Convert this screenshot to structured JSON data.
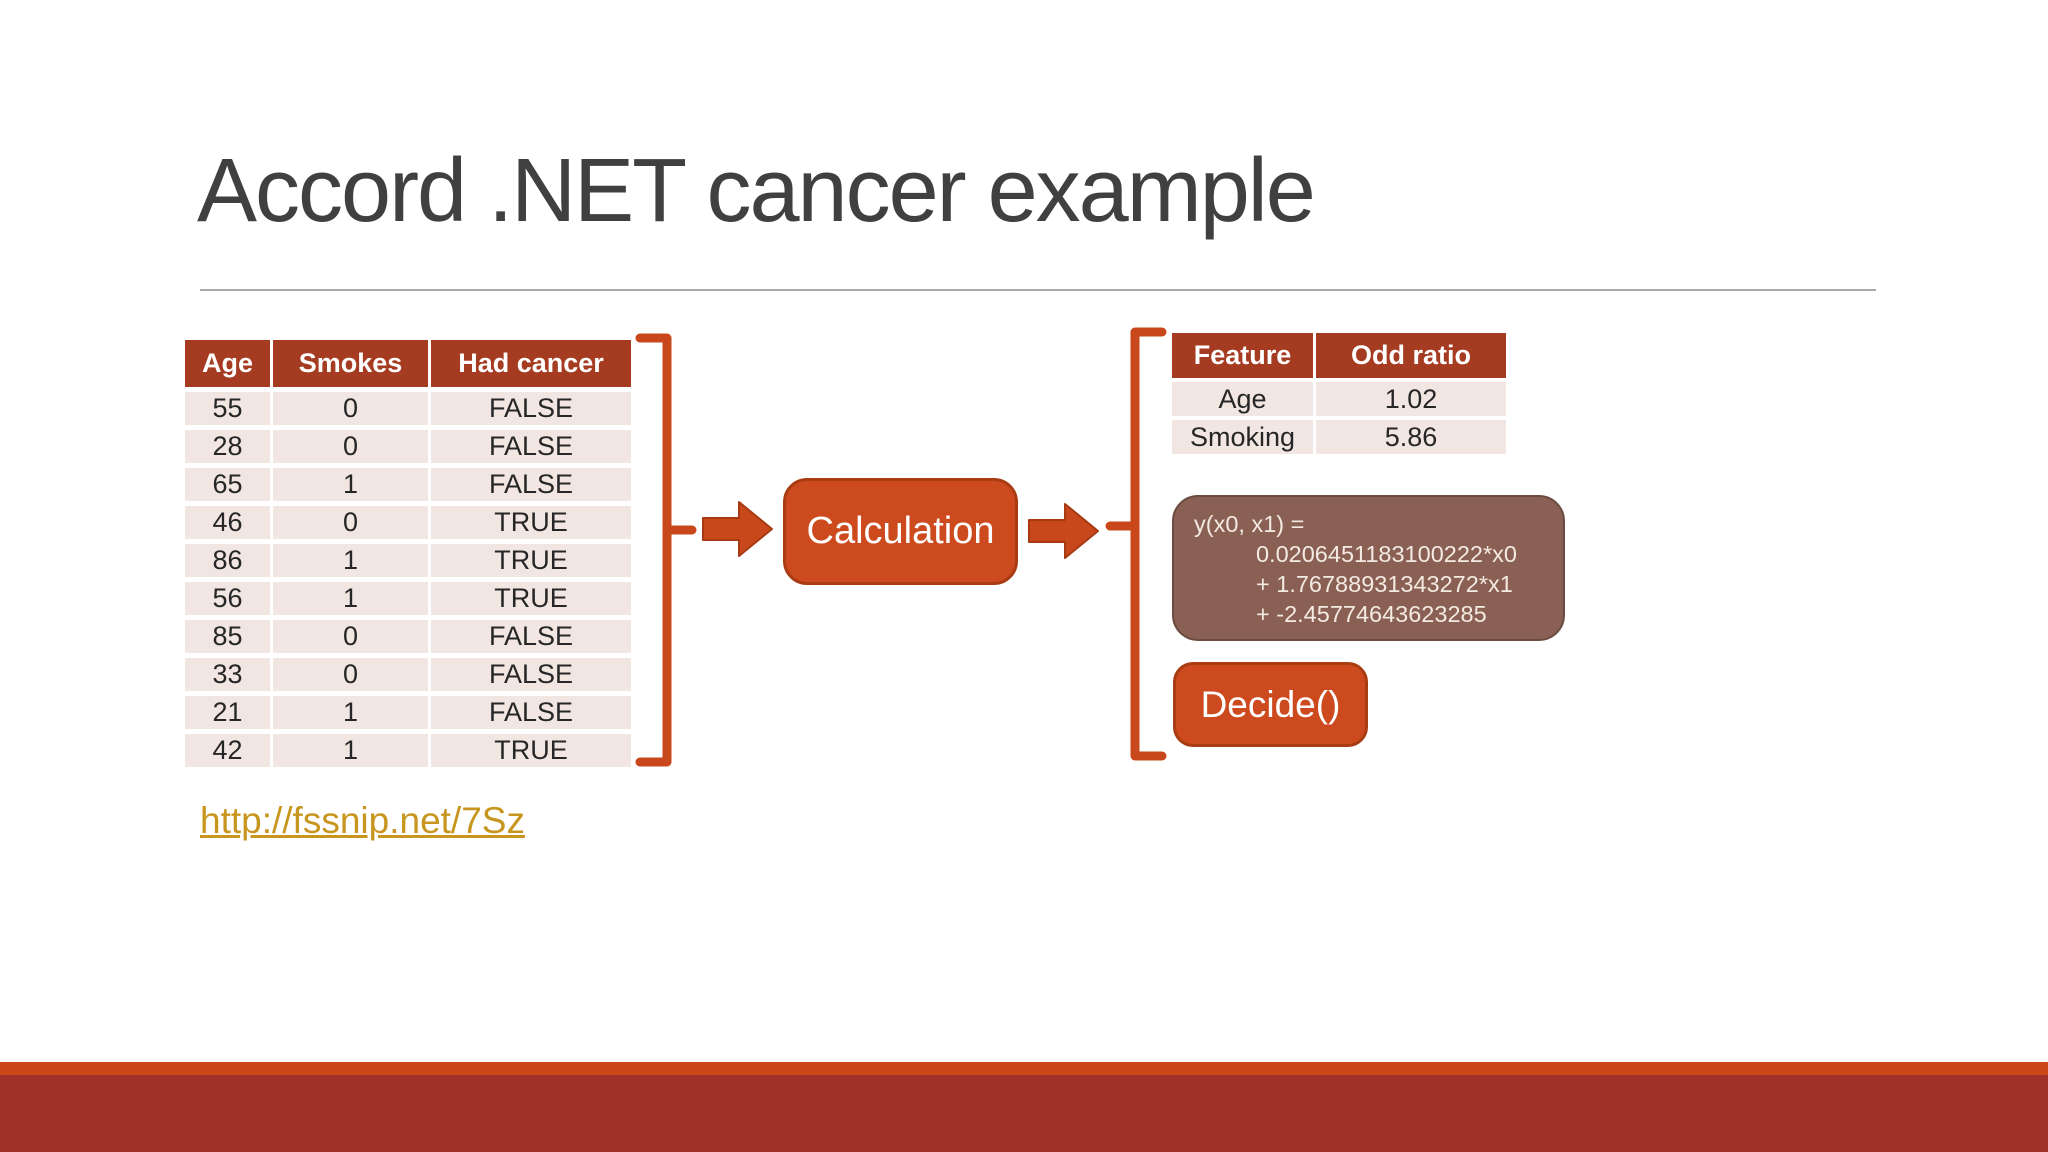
{
  "slide": {
    "title": "Accord .NET cancer example",
    "link_text": "http://fssnip.net/7Sz"
  },
  "data_table": {
    "headers": [
      "Age",
      "Smokes",
      "Had cancer"
    ],
    "rows": [
      [
        "55",
        "0",
        "FALSE"
      ],
      [
        "28",
        "0",
        "FALSE"
      ],
      [
        "65",
        "1",
        "FALSE"
      ],
      [
        "46",
        "0",
        "TRUE"
      ],
      [
        "86",
        "1",
        "TRUE"
      ],
      [
        "56",
        "1",
        "TRUE"
      ],
      [
        "85",
        "0",
        "FALSE"
      ],
      [
        "33",
        "0",
        "FALSE"
      ],
      [
        "21",
        "1",
        "FALSE"
      ],
      [
        "42",
        "1",
        "TRUE"
      ]
    ]
  },
  "flow": {
    "calculation_label": "Calculation",
    "decide_label": "Decide()"
  },
  "result_table": {
    "headers": [
      "Feature",
      "Odd ratio"
    ],
    "rows": [
      [
        "Age",
        "1.02"
      ],
      [
        "Smoking",
        "5.86"
      ]
    ]
  },
  "formula": {
    "lines": [
      "y(x0, x1) =",
      "0.0206451183100222*x0",
      "+ 1.76788931343272*x1",
      "+ -2.45774643623285"
    ]
  },
  "colors": {
    "accent_orange": "#CC4A1E",
    "table_header_red": "#A53B21",
    "row_pink": "#F2E6E2",
    "formula_brown": "#8A6054",
    "link_gold": "#C8961E",
    "footer_stripe_orange": "#CB4717",
    "footer_band_red": "#A03128",
    "title_gray": "#404040"
  }
}
